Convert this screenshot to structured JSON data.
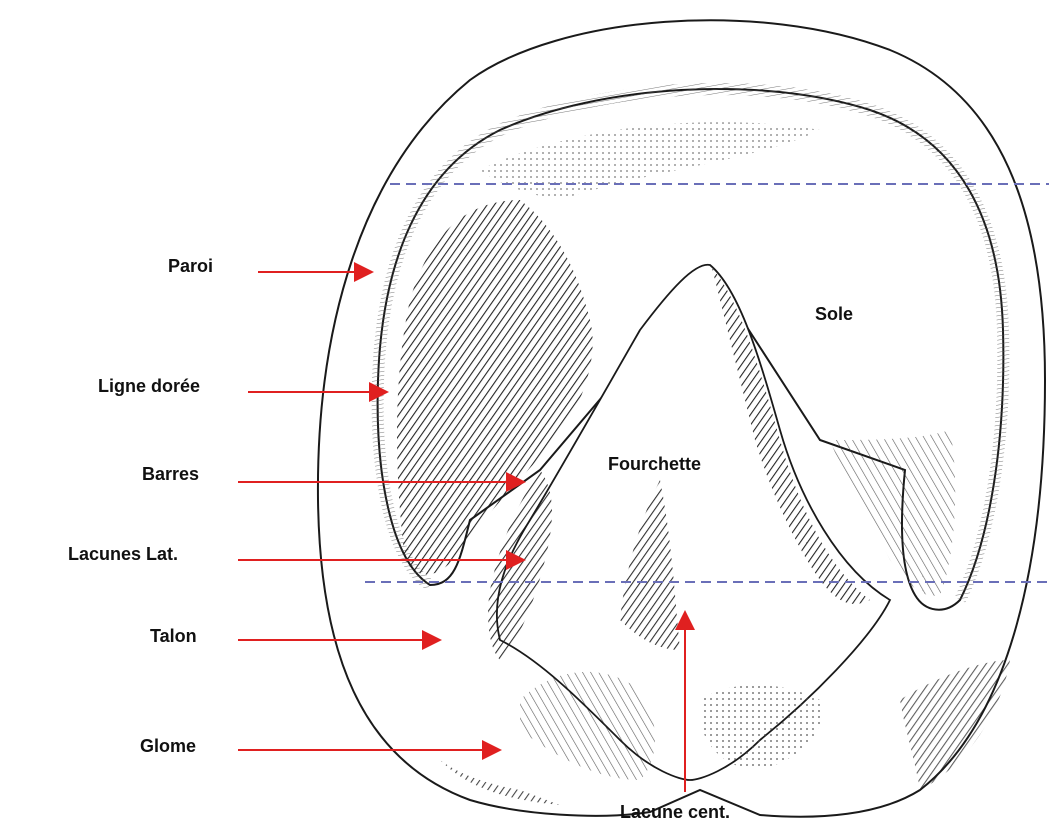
{
  "labels": {
    "paroi": "Paroi",
    "ligne_doree": "Ligne dorée",
    "barres": "Barres",
    "lacunes_lat": "Lacunes Lat.",
    "talon": "Talon",
    "glome": "Glome",
    "sole": "Sole",
    "fourchette": "Fourchette",
    "lacune_cent": "Lacune cent."
  },
  "colors": {
    "arrow": "#e02020",
    "guide_line": "#6a6fb8",
    "ink": "#1a1a1a"
  }
}
